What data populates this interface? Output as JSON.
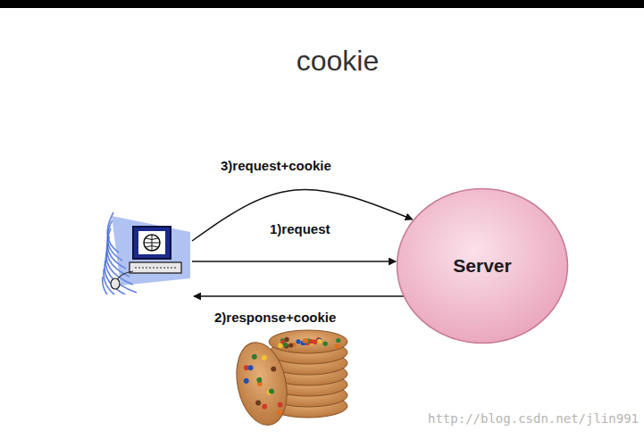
{
  "diagram": {
    "title": "cookie",
    "nodes": [
      {
        "text": []
      },
      {
        "text": [
          "Server"
        ]
      }
    ],
    "edges": [
      {
        "from": 0,
        "to": 1,
        "label": "1)request",
        "arrow": "to"
      },
      {
        "from": 1,
        "to": 0,
        "label": "2)response+cookie",
        "arrow": "to"
      },
      {
        "from": 0,
        "to": 1,
        "label": "3)request+cookie",
        "arrow": "to"
      }
    ],
    "labels": [
      "http://blog.csdn.net/jlin991"
    ]
  }
}
